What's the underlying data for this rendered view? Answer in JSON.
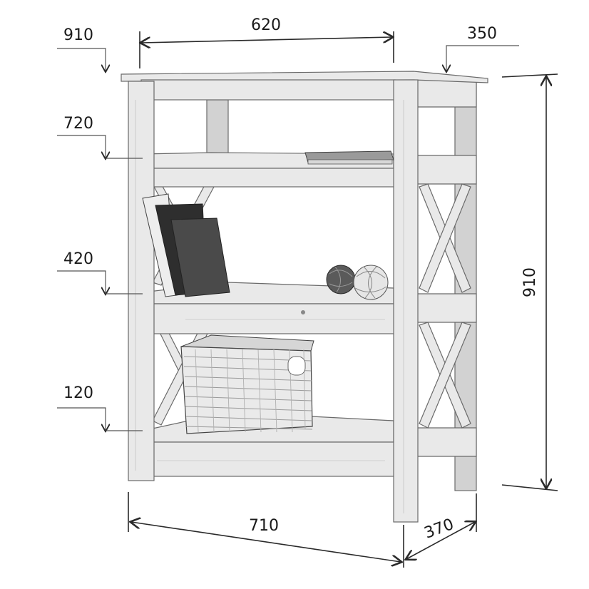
{
  "dimensions": {
    "top_height_left": "910",
    "top_width": "620",
    "top_depth": "350",
    "shelf_720": "720",
    "shelf_420": "420",
    "shelf_120": "120",
    "total_height": "910",
    "bottom_width": "710",
    "bottom_depth": "370"
  },
  "colors": {
    "line": "#2a2a2a",
    "wood": "#e9e9e9",
    "shade": "#bdbdbd"
  },
  "icons": {
    "arrow": "arrow-head-icon"
  }
}
